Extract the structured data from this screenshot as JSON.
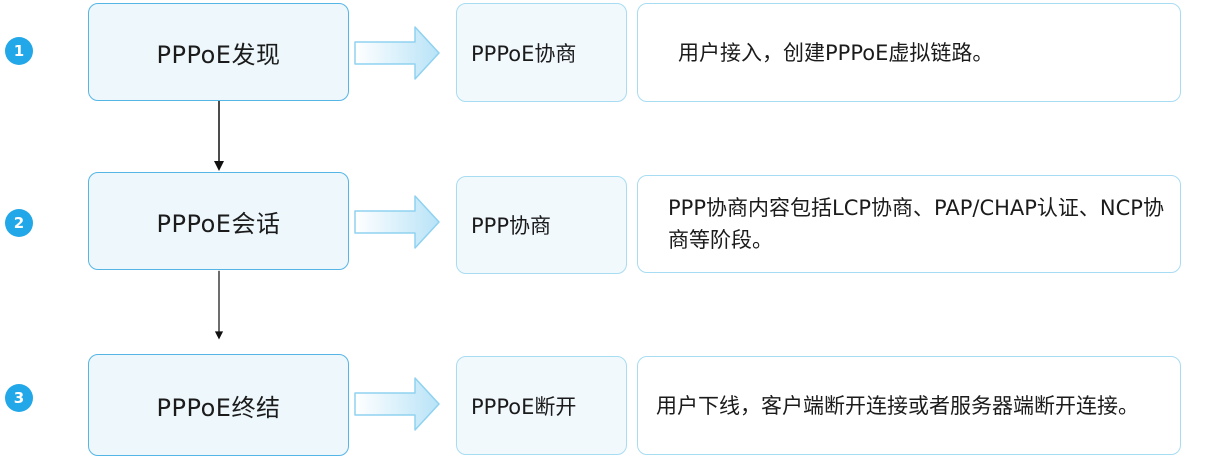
{
  "colors": {
    "badge": "#22a7e8",
    "stage_border": "#55b6e6",
    "stage_fill": "#eef7fc",
    "box_border": "#a8dcf2",
    "arrow_fill": "#cbeaf9",
    "connector": "#111111"
  },
  "steps": [
    {
      "number": "1",
      "stage": "PPPoE发现",
      "protocol": "PPPoE协商",
      "description": "用户接入，创建PPPoE虚拟链路。"
    },
    {
      "number": "2",
      "stage": "PPPoE会话",
      "protocol": "PPP协商",
      "description": "PPP协商内容包括LCP协商、PAP/CHAP认证、NCP协商等阶段。"
    },
    {
      "number": "3",
      "stage": "PPPoE终结",
      "protocol": "PPPoE断开",
      "description": "用户下线，客户端断开连接或者服务器端断开连接。"
    }
  ]
}
